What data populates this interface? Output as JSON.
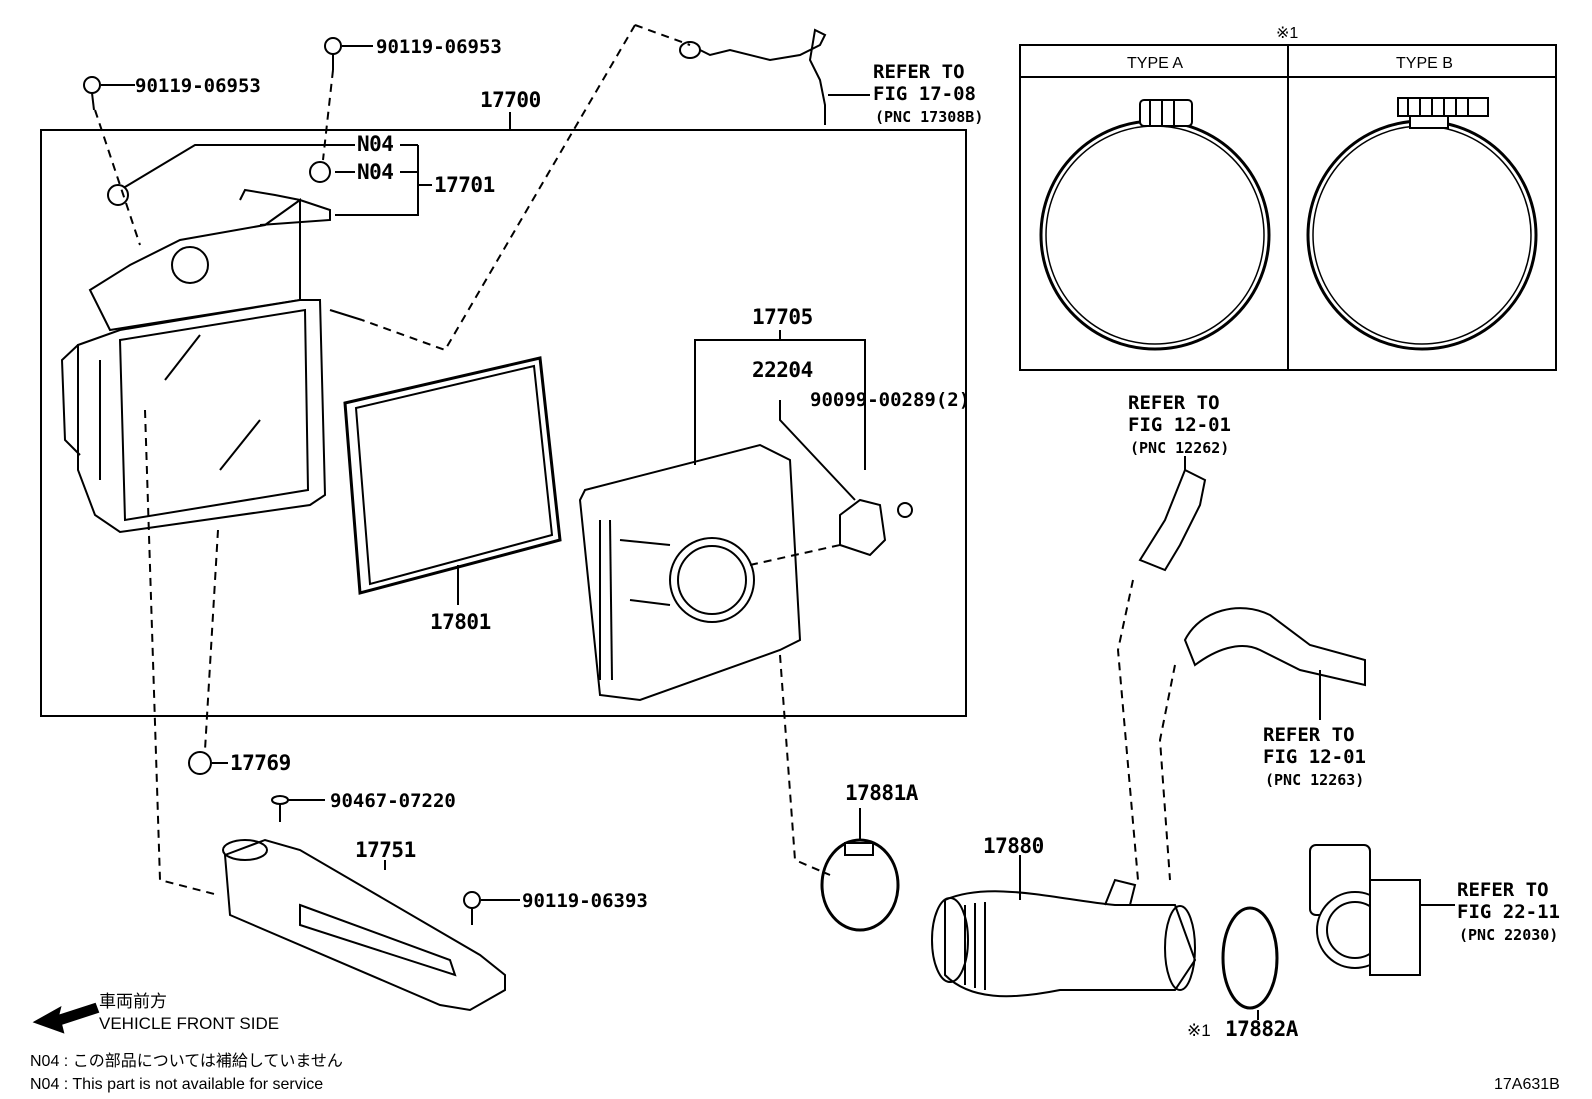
{
  "diagram_id": "17A631B",
  "parts": {
    "p17700": "17700",
    "p17701": "17701",
    "n04_a": "N04",
    "n04_b": "N04",
    "bolt_a": "90119-06953",
    "bolt_b": "90119-06953",
    "p17705": "17705",
    "p22204": "22204",
    "p90099": "90099-00289(2)",
    "p17801": "17801",
    "p17769": "17769",
    "p90467": "90467-07220",
    "p17751": "17751",
    "p90119_06393": "90119-06393",
    "p17881a": "17881A",
    "p17880": "17880",
    "p17882a": "17882A",
    "p17882a_mark": "※1"
  },
  "refers": {
    "r1708": {
      "l1": "REFER TO",
      "l2": "FIG 17-08",
      "l3": "(PNC 17308B)"
    },
    "r1201a": {
      "l1": "REFER TO",
      "l2": "FIG 12-01",
      "l3": "(PNC 12262)"
    },
    "r1201b": {
      "l1": "REFER TO",
      "l2": "FIG 12-01",
      "l3": "(PNC 12263)"
    },
    "r2211": {
      "l1": "REFER TO",
      "l2": "FIG 22-11",
      "l3": "(PNC 22030)"
    }
  },
  "clamp_table": {
    "mark": "※1",
    "type_a": "TYPE A",
    "type_b": "TYPE B"
  },
  "front": {
    "jp": "車両前方",
    "en": "VEHICLE FRONT SIDE"
  },
  "notes": {
    "jp": "N04 : この部品については補給していません",
    "en": "N04 : This part is not available for service"
  }
}
